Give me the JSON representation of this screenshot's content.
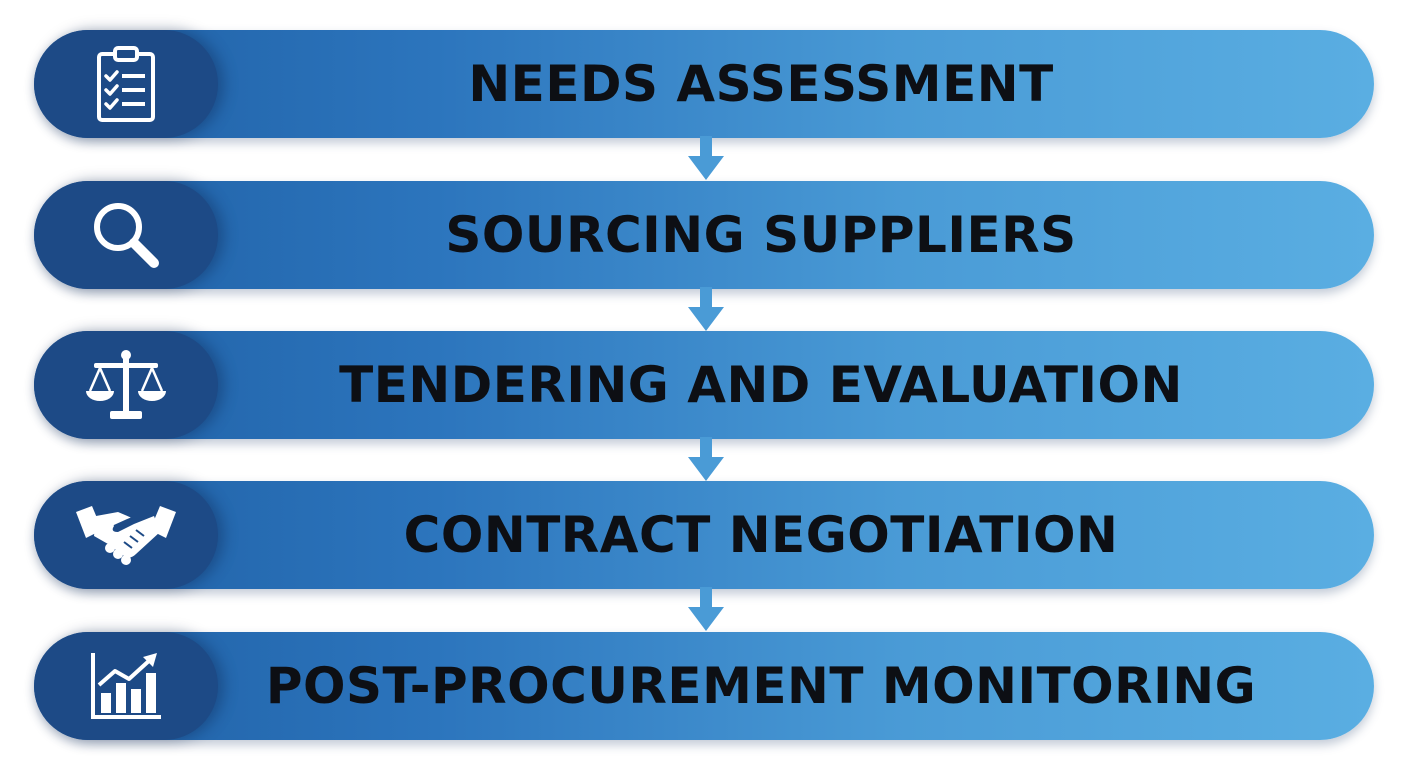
{
  "flow": {
    "steps": [
      {
        "label": "NEEDS ASSESSMENT",
        "icon": "clipboard-checklist-icon"
      },
      {
        "label": "SOURCING SUPPLIERS",
        "icon": "magnifying-glass-icon"
      },
      {
        "label": "TENDERING AND EVALUATION",
        "icon": "balance-scale-icon"
      },
      {
        "label": "CONTRACT NEGOTIATION",
        "icon": "handshake-icon"
      },
      {
        "label": "POST-PROCUREMENT MONITORING",
        "icon": "growth-chart-icon"
      }
    ]
  },
  "colors": {
    "bar_dark": "#1f5fa4",
    "bar_light": "#5aaee2",
    "icon_cap": "#1d4a86",
    "arrow": "#4a9bd6",
    "label_text": "#0d0f14"
  }
}
